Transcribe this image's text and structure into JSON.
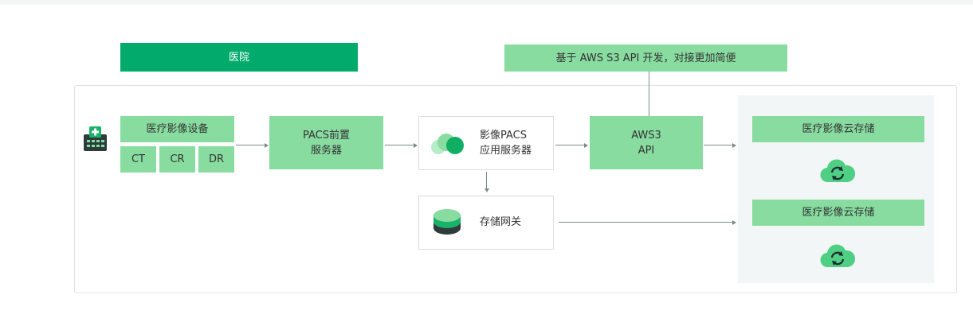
{
  "colors": {
    "primary_green": "#02ab6c",
    "light_green": "#88dca0",
    "panel_bg": "#f3f6f6",
    "border": "#d9dedd",
    "connector": "#7f8a8a"
  },
  "hospital": {
    "title": "医院"
  },
  "api_note": {
    "text": "基于 AWS S3 API 开发，对接更加简便"
  },
  "devices": {
    "title": "医疗影像设备",
    "items": [
      "CT",
      "CR",
      "DR"
    ],
    "icon": "hospital-building-icon"
  },
  "pacs_front": {
    "label": "PACS前置\n服务器"
  },
  "pacs_app": {
    "label": "影像PACS\n应用服务器",
    "icon": "cloud-cluster-icon"
  },
  "aws3": {
    "label": "AWS3\nAPI"
  },
  "gateway": {
    "label": "存储网关",
    "icon": "database-icon"
  },
  "storage": [
    {
      "title": "医疗影像云存储",
      "icon": "cloud-sync-icon"
    },
    {
      "title": "医疗影像云存储",
      "icon": "cloud-sync-icon"
    }
  ]
}
